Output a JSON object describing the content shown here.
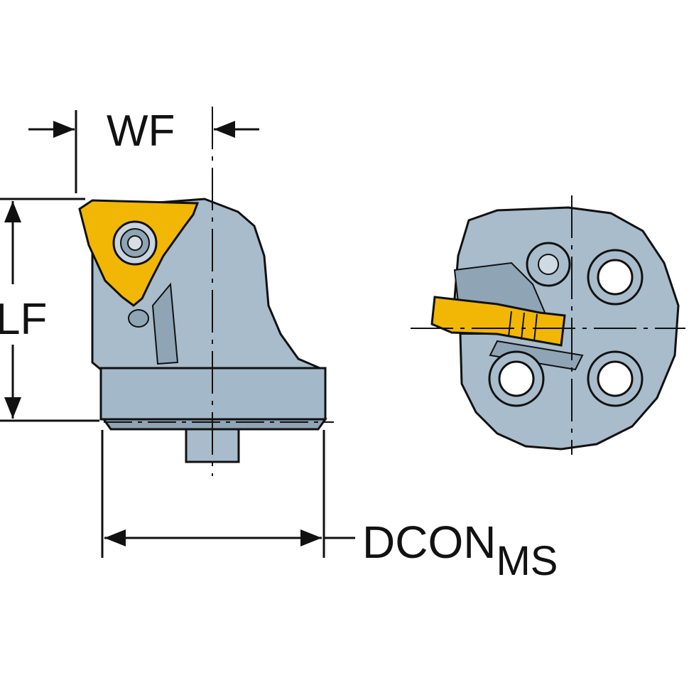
{
  "labels": {
    "wf": "WF",
    "lf": "LF",
    "dcon": "DCON",
    "dcon_sub": "MS"
  },
  "colors": {
    "body": "#a8bccb",
    "body_dark": "#8fa5b5",
    "insert": "#f2b705",
    "insert_dark": "#c98f00",
    "outline": "#111111",
    "hole_fill": "#ffffff"
  },
  "icons": {
    "screw": "torx-screw-icon",
    "mounting_hole": "mounting-hole-icon"
  }
}
